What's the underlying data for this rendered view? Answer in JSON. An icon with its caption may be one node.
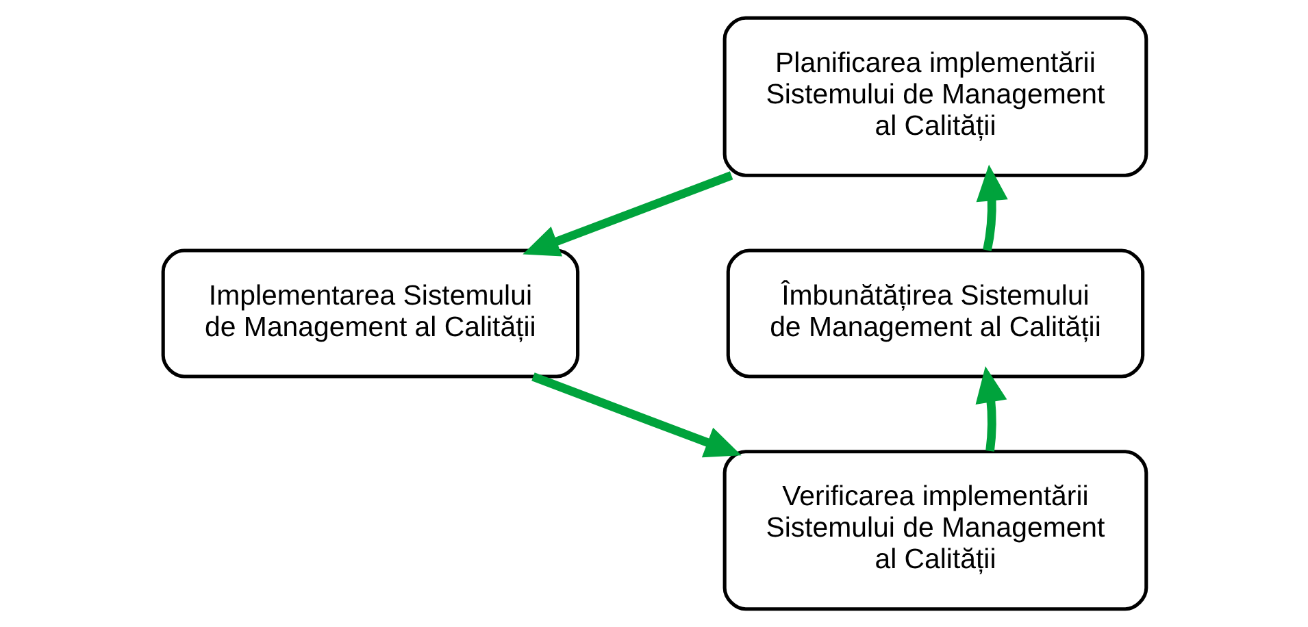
{
  "diagram": {
    "nodes": [
      {
        "text": [
          "Planificarea implementării Sistemului de Management al Calității"
        ]
      },
      {
        "text": [
          "Implementarea Sistemului de Management al Calității"
        ]
      },
      {
        "text": [
          "Verificarea implementării Sistemului de Management al Calității"
        ]
      },
      {
        "text": [
          "Îmbunătățirea Sistemului de Management al Calității"
        ]
      }
    ],
    "edges": [
      {
        "from": 0,
        "to": 1,
        "arrow": "to"
      },
      {
        "from": 1,
        "to": 2,
        "arrow": "to"
      },
      {
        "from": 2,
        "to": 3,
        "arrow": "to"
      },
      {
        "from": 3,
        "to": 0,
        "arrow": "to"
      }
    ]
  }
}
